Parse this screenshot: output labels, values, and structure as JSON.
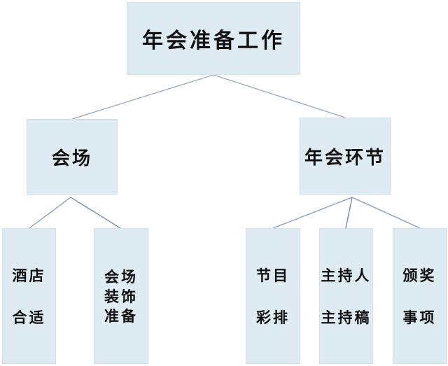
{
  "root": {
    "label": "年会准备工作"
  },
  "branches": [
    {
      "label": "会场",
      "children": [
        {
          "lines": [
            "酒店",
            "合适"
          ]
        },
        {
          "lines": [
            "会场",
            "装饰",
            "准备"
          ]
        }
      ]
    },
    {
      "label": "年会环节",
      "children": [
        {
          "lines": [
            "节目",
            "彩排"
          ]
        },
        {
          "lines": [
            "主持人",
            "主持稿"
          ]
        },
        {
          "lines": [
            "颁奖",
            "事项"
          ]
        }
      ]
    }
  ],
  "colors": {
    "box_fill": "#deebf2",
    "connector": "#8a9bb8"
  }
}
